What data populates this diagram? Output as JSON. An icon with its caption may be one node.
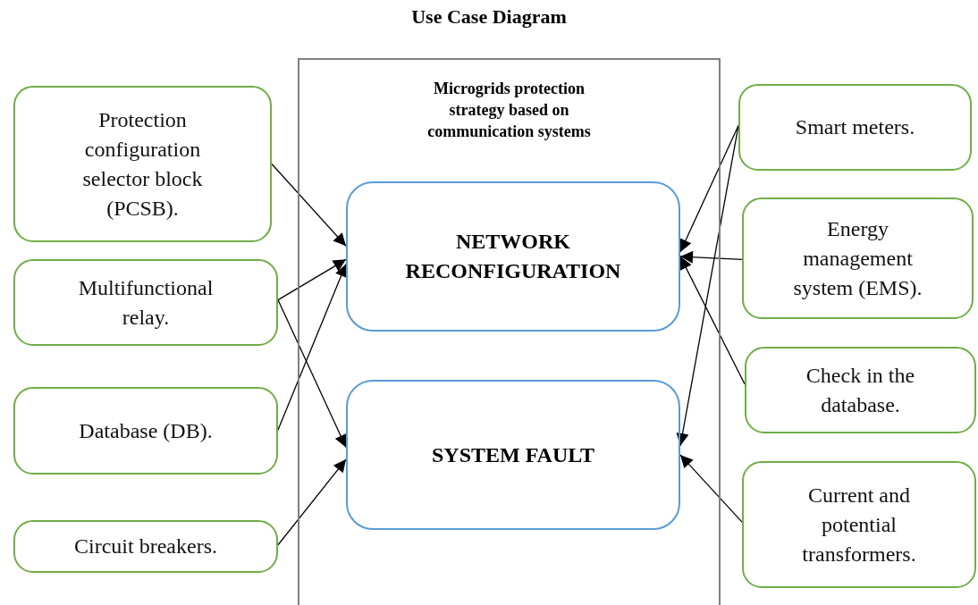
{
  "diagram": {
    "title": "Use Case Diagram",
    "nodes": [
      {
        "text": [
          "Microgrids protection strategy based on communication systems"
        ]
      },
      {
        "text": [
          "NETWORK RECONFIGURATION"
        ],
        "in": 0
      },
      {
        "text": [
          "SYSTEM FAULT"
        ],
        "in": 0
      },
      {
        "text": [
          "Protection configuration selector block (PCSB)."
        ]
      },
      {
        "text": [
          "Multifunctional relay."
        ]
      },
      {
        "text": [
          "Database (DB)."
        ]
      },
      {
        "text": [
          "Circuit breakers."
        ]
      },
      {
        "text": [
          "Smart meters."
        ]
      },
      {
        "text": [
          "Energy management system (EMS)."
        ]
      },
      {
        "text": [
          "Check in the database."
        ]
      },
      {
        "text": [
          "Current and potential transformers."
        ]
      }
    ],
    "edges": [
      {
        "from": 3,
        "to": 1,
        "arrow": "to"
      },
      {
        "from": 4,
        "to": 1,
        "arrow": "to"
      },
      {
        "from": 4,
        "to": 2,
        "arrow": "to"
      },
      {
        "from": 5,
        "to": 1,
        "arrow": "to"
      },
      {
        "from": 6,
        "to": 2,
        "arrow": "to"
      },
      {
        "from": 7,
        "to": 1,
        "arrow": "to"
      },
      {
        "from": 7,
        "to": 2,
        "arrow": "to"
      },
      {
        "from": 8,
        "to": 1,
        "arrow": "to"
      },
      {
        "from": 9,
        "to": 1,
        "arrow": "to"
      },
      {
        "from": 10,
        "to": 2,
        "arrow": "to"
      }
    ]
  }
}
